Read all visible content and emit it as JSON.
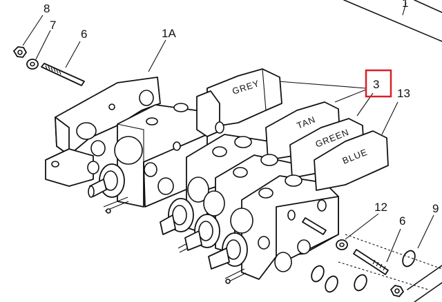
{
  "callouts": {
    "c8": "8",
    "c7": "7",
    "c6_top": "6",
    "c1a": "1A",
    "c1": "1",
    "c3": "3",
    "c13": "13",
    "c12": "12",
    "c6_bottom": "6",
    "c9": "9"
  },
  "tags": {
    "grey": "GREY",
    "tan": "TAN",
    "green": "GREEN",
    "blue": "BLUE"
  },
  "highlight": {
    "label": "3",
    "color": "#d81f26"
  }
}
